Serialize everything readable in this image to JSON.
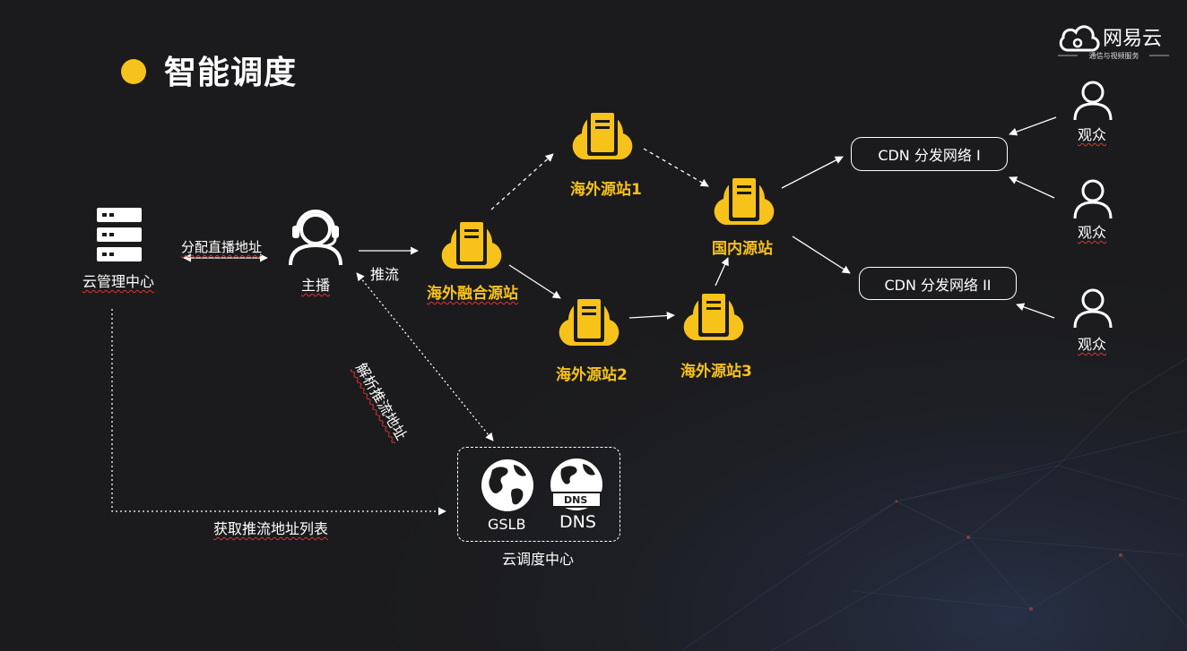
{
  "title": "智能调度",
  "logo": {
    "name": "网易云",
    "subtitle": "通信与视频服务"
  },
  "nodes": {
    "cloud_mgmt": "云管理中心",
    "anchor": "主播",
    "overseas_fusion": "海外融合源站",
    "overseas1": "海外源站1",
    "overseas2": "海外源站2",
    "overseas3": "海外源站3",
    "domestic": "国内源站",
    "cdn1": "CDN 分发网络 I",
    "cdn2": "CDN 分发网络 II",
    "audience": [
      "观众",
      "观众",
      "观众"
    ],
    "gslb": "GSLB",
    "dns": "DNS",
    "dns_badge": "DNS",
    "cloud_dispatch": "云调度中心"
  },
  "edges": {
    "assign": "分配直播地址",
    "push": "推流",
    "resolve": "解析推流地址",
    "fetch_list": "获取推流地址列表"
  },
  "colors": {
    "accent": "#f7c21a",
    "background": "#1b1b1d",
    "line": "#ffffff"
  }
}
